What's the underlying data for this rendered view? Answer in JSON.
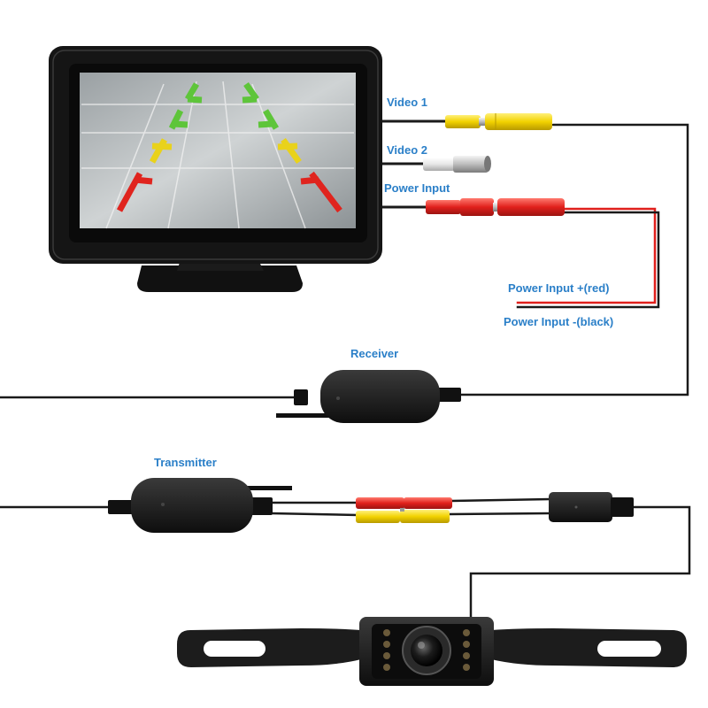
{
  "labels": {
    "video1": "Video 1",
    "video2": "Video 2",
    "power_input": "Power Input",
    "power_positive": "Power Input +(red)",
    "power_negative": "Power Input -(black)",
    "receiver": "Receiver",
    "transmitter": "Transmitter"
  },
  "colors": {
    "label_text": "#2a7fc8",
    "cable": "#1a1a1a",
    "rca_yellow": "#f2d200",
    "rca_white": "#e8e8e8",
    "rca_red": "#e0201c",
    "guide_green": "#5ec53a",
    "guide_yellow": "#e9d21b",
    "guide_red": "#e0241e"
  }
}
